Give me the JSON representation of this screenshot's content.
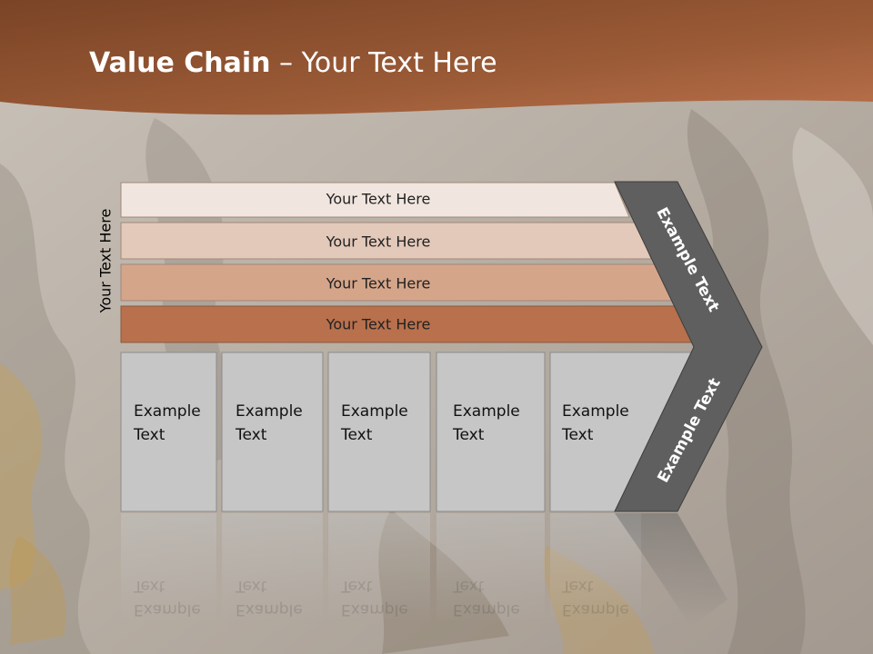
{
  "title": {
    "bold": "Value Chain",
    "rest": " – Your Text Here"
  },
  "side_label": "Your Text Here",
  "bars": [
    {
      "label": "Your Text Here",
      "color": "#f1e6df"
    },
    {
      "label": "Your Text Here",
      "color": "#e3c9b9"
    },
    {
      "label": "Your Text Here",
      "color": "#d5a58a"
    },
    {
      "label": "Your Text Here",
      "color": "#b9704c"
    }
  ],
  "boxes": [
    {
      "line1": "Example",
      "line2": "Text"
    },
    {
      "line1": "Example",
      "line2": "Text"
    },
    {
      "line1": "Example",
      "line2": "Text"
    },
    {
      "line1": "Example",
      "line2": "Text"
    },
    {
      "line1": "Example",
      "line2": "Text"
    }
  ],
  "chevron": {
    "upper_label": "Example Text",
    "lower_label": "Example Text",
    "color": "#5f5f5f"
  },
  "colors": {
    "header": "#9c5a35",
    "box_fill": "#c6c6c6",
    "box_stroke": "#8c8c8c"
  }
}
